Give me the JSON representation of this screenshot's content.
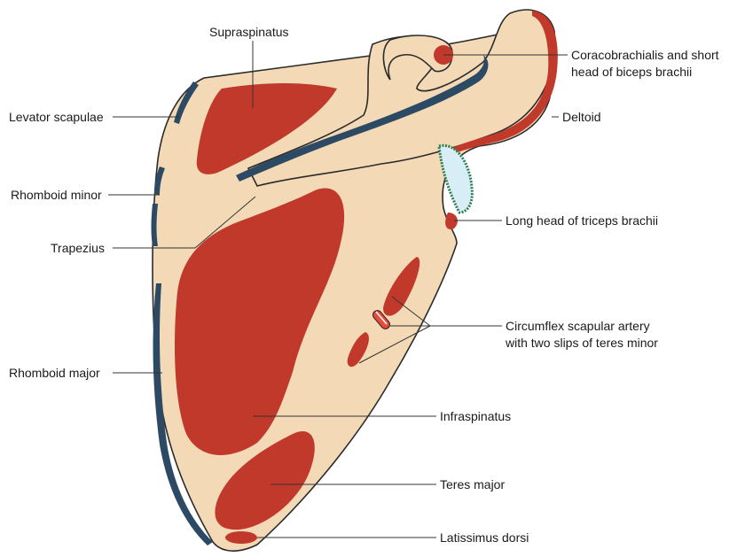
{
  "labels": {
    "supraspinatus": "Supraspinatus",
    "coracobrachialis_line1": "Coracobrachialis and short",
    "coracobrachialis_line2": "head of biceps brachii",
    "levator_scapulae": "Levator scapulae",
    "deltoid": "Deltoid",
    "rhomboid_minor": "Rhomboid minor",
    "long_head_triceps": "Long head of triceps brachii",
    "trapezius": "Trapezius",
    "circumflex_line1": "Circumflex scapular artery",
    "circumflex_line2": "with two slips of teres minor",
    "rhomboid_major": "Rhomboid major",
    "infraspinatus": "Infraspinatus",
    "teres_major": "Teres major",
    "latissimus_dorsi": "Latissimus dorsi"
  },
  "colors": {
    "bone": "#f3d9b5",
    "bone_outline": "#2b2b2b",
    "muscle": "#c0392b",
    "muscle_dark": "#a93226",
    "dark_attachment": "#2c4a63",
    "cartilage": "#d7eef6",
    "cartilage_rim": "#2e7d4f",
    "leader_line": "#333333"
  }
}
